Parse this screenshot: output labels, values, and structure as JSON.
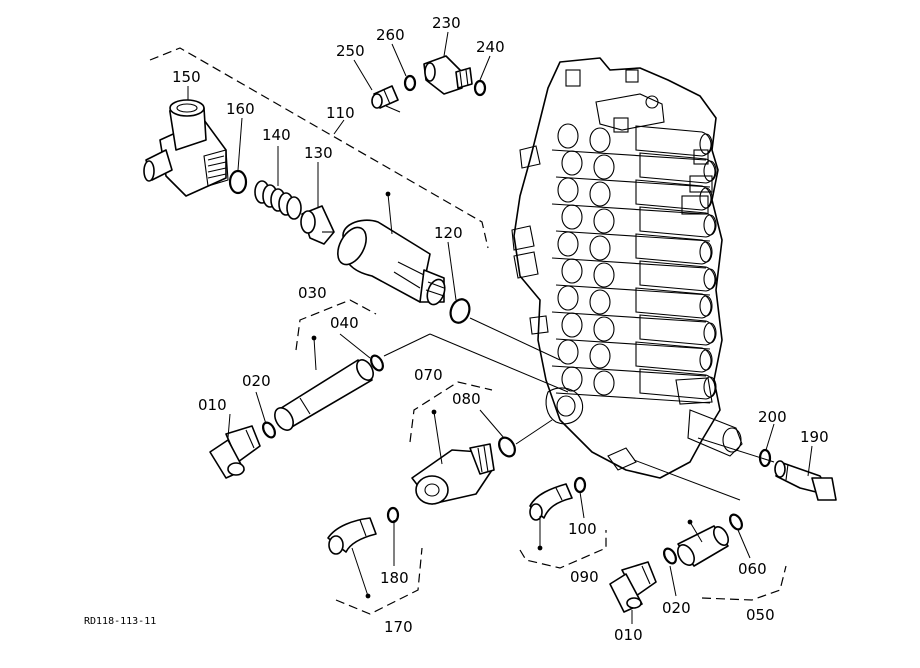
{
  "diagram": {
    "drawing_code": "RD118-113-11",
    "callouts": {
      "p010a": "010",
      "p010b": "010",
      "p020a": "020",
      "p020b": "020",
      "p030": "030",
      "p040": "040",
      "p050": "050",
      "p060": "060",
      "p070": "070",
      "p080": "080",
      "p090": "090",
      "p100": "100",
      "p110": "110",
      "p120": "120",
      "p130": "130",
      "p140": "140",
      "p150": "150",
      "p160": "160",
      "p170": "170",
      "p180": "180",
      "p190": "190",
      "p200": "200",
      "p230": "230",
      "p240": "240",
      "p250": "250",
      "p260": "260"
    }
  }
}
